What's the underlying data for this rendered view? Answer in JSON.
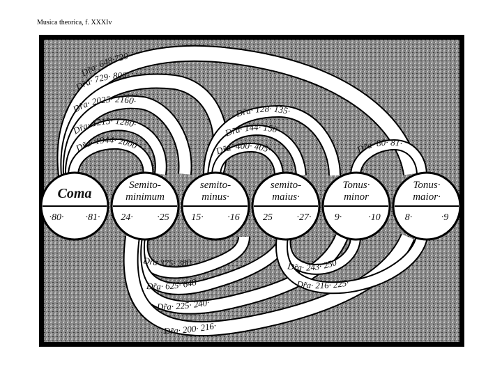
{
  "caption": "Musica theorica, f. XXXIv",
  "circles": [
    {
      "top": "Coma",
      "bottom": [
        "·80·",
        "·81·"
      ]
    },
    {
      "top": "Semito- minimum",
      "bottom": [
        "24·",
        "·25"
      ]
    },
    {
      "top": "semito- minus·",
      "bottom": [
        "15·",
        "·16"
      ]
    },
    {
      "top": "semito- maius·",
      "bottom": [
        "25",
        "·27·"
      ]
    },
    {
      "top": "Tonus· minor",
      "bottom": [
        "9·",
        "·10"
      ]
    },
    {
      "top": "Tonus· maior·",
      "bottom": [
        "8·",
        "·9"
      ]
    }
  ],
  "upper_arcs": [
    "Dr̃a· 648·720·",
    "Dr̃a· 729· 800·",
    "Dr̃a· 2025· 2160·",
    "Dr̃a· 1215· 1280·",
    "Dr̃a· 1944· 2000",
    "Dr̃a· 128· 135·",
    "Dr̃a· 144· 150·",
    "Dr̃a· 400· 405·",
    "Dr̃a· 80· 81·"
  ],
  "lower_arcs": [
    "Dr̃a 375· 380",
    "Dr̃a· 625· 648·",
    "Dr̃a· 225· 240·",
    "Dr̃a· 200· 216·",
    "Dr̃a· 243· 250",
    "Dr̃a· 216· 225·"
  ]
}
